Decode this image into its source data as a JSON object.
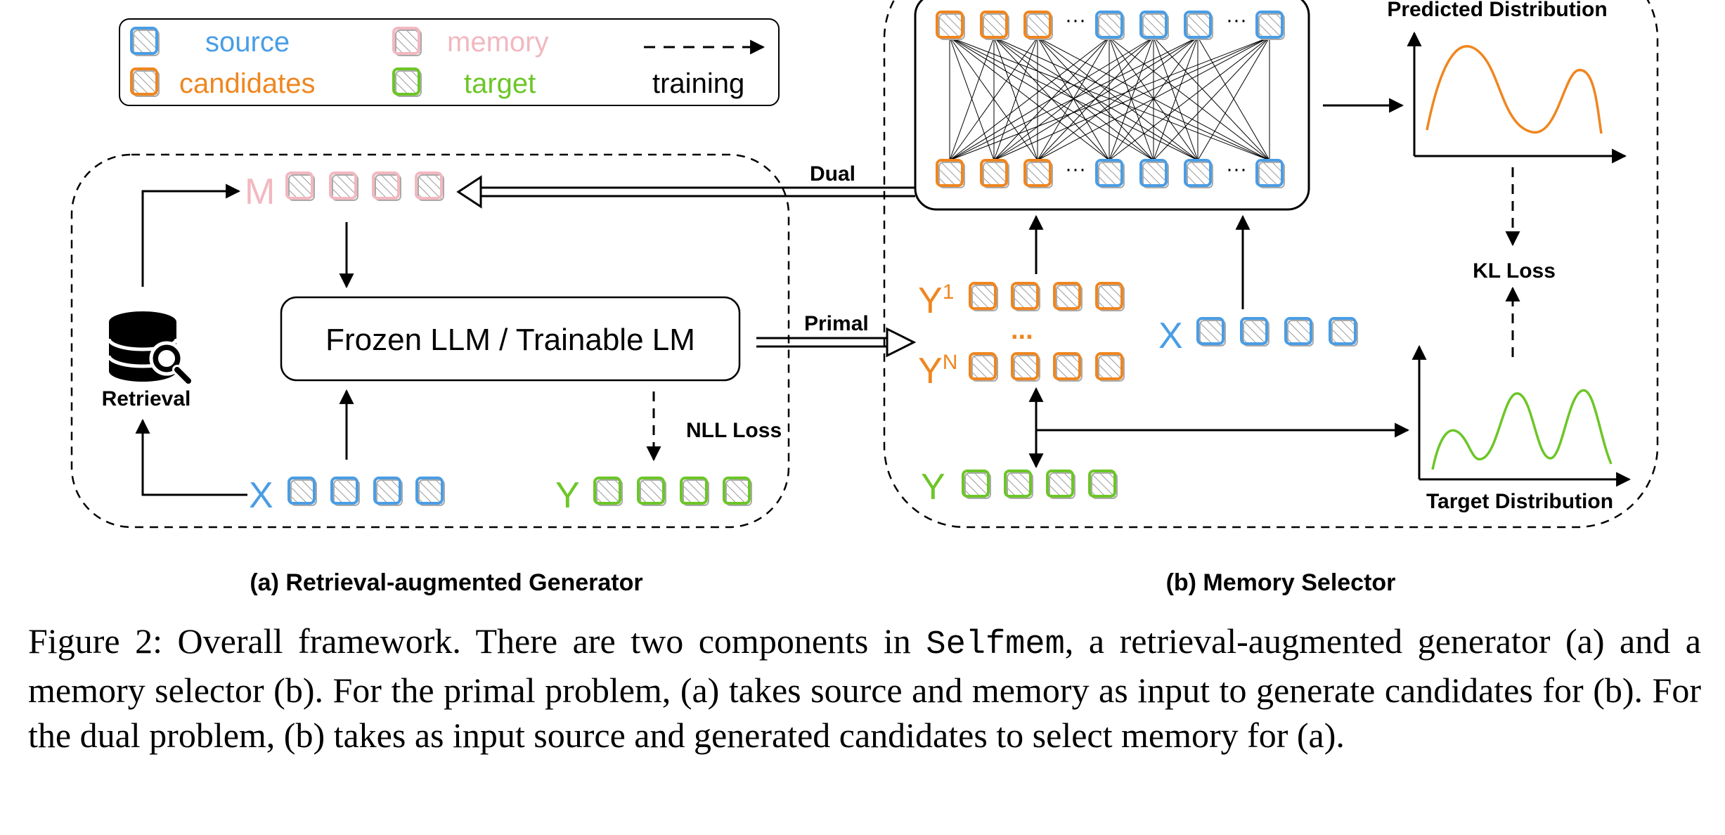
{
  "colors": {
    "source": "#4a9de4",
    "candidates": "#ef8620",
    "memory": "#f2b8c0",
    "target": "#6cc627",
    "line": "#000000"
  },
  "legend": {
    "source": "source",
    "memory": "memory",
    "candidates": "candidates",
    "target": "target",
    "training": "training"
  },
  "generator": {
    "memory_letter": "M",
    "source_letter": "X",
    "target_letter": "Y",
    "model_label": "Frozen LLM / Trainable LM",
    "retrieval_label": "Retrieval",
    "nll_label": "NLL Loss",
    "panel_label": "(a) Retrieval-augmented Generator"
  },
  "selector": {
    "cand_first_letter": "Y",
    "cand_first_sup": "1",
    "cand_last_letter": "Y",
    "cand_last_sup": "N",
    "ellipsis": "...",
    "source_letter": "X",
    "target_letter": "Y",
    "predicted_label": "Predicted Distribution",
    "target_dist_label": "Target Distribution",
    "kl_label": "KL Loss",
    "panel_label": "(b) Memory Selector"
  },
  "arrows": {
    "dual": "Dual",
    "primal": "Primal"
  },
  "caption": {
    "prefix": "Figure 2: Overall framework. There are two components in ",
    "code": "Selfmem",
    "rest": ", a retrieval-augmented generator (a) and a memory selector (b). For the primal problem, (a) takes source and memory as input to generate candidates for (b). For the dual problem, (b) takes as input source and generated candidates to select memory for (a)."
  }
}
